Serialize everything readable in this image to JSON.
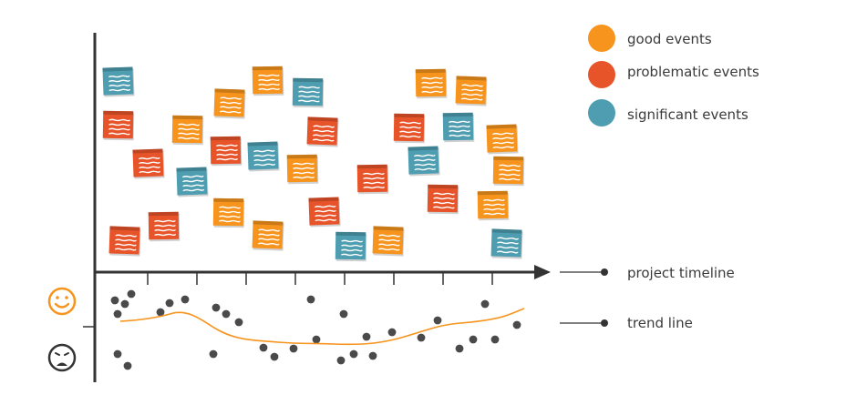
{
  "legend": [
    {
      "label": "good events",
      "color": "#f7941d"
    },
    {
      "label": "problematic events",
      "color": "#e8542a"
    },
    {
      "label": "significant events",
      "color": "#4e9db1"
    }
  ],
  "callouts": {
    "timeline_label": "project timeline",
    "trend_label": "trend line"
  },
  "icons": {
    "happy": "happy-face-icon",
    "sad": "sad-face-icon"
  },
  "colors": {
    "good": "#f7941d",
    "problematic": "#e8542a",
    "significant": "#4e9db1",
    "trend": "#f7941d",
    "axis": "#333333",
    "dot": "#4a4a4a"
  },
  "sticky_notes": [
    {
      "type": "significant"
    },
    {
      "type": "problematic"
    },
    {
      "type": "problematic"
    },
    {
      "type": "problematic"
    },
    {
      "type": "problematic"
    },
    {
      "type": "good"
    },
    {
      "type": "significant"
    },
    {
      "type": "good"
    },
    {
      "type": "problematic"
    },
    {
      "type": "good"
    },
    {
      "type": "good"
    },
    {
      "type": "good"
    },
    {
      "type": "significant"
    },
    {
      "type": "significant"
    },
    {
      "type": "good"
    },
    {
      "type": "problematic"
    },
    {
      "type": "problematic"
    },
    {
      "type": "significant"
    },
    {
      "type": "problematic"
    },
    {
      "type": "good"
    },
    {
      "type": "problematic"
    },
    {
      "type": "good"
    },
    {
      "type": "significant"
    },
    {
      "type": "good"
    },
    {
      "type": "significant"
    },
    {
      "type": "problematic"
    },
    {
      "type": "good"
    },
    {
      "type": "good"
    },
    {
      "type": "good"
    },
    {
      "type": "significant"
    },
    {
      "type": "problematic"
    }
  ]
}
